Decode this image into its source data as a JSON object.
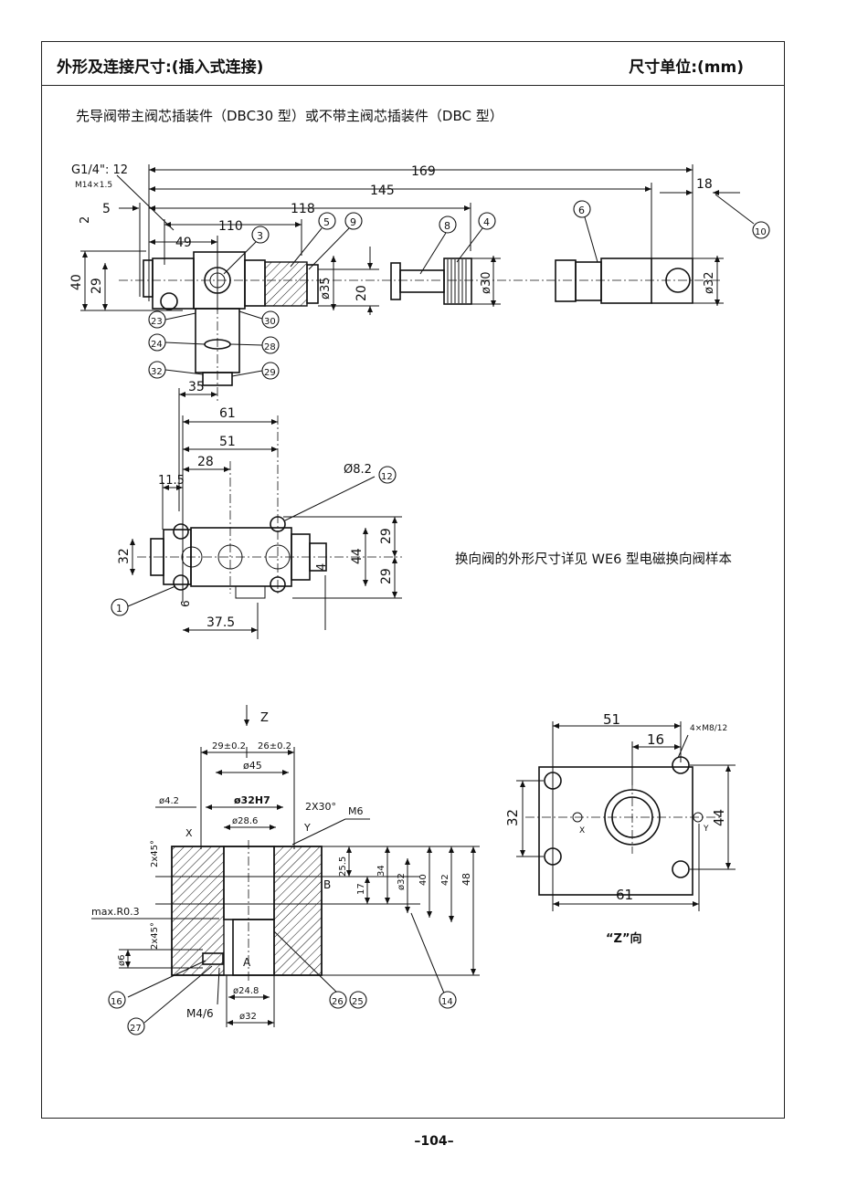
{
  "header": {
    "left_title": "外形及连接尺寸:(插入式连接)",
    "right_title": "尺寸单位:(mm)"
  },
  "subtitle": "先导阀带主阀芯插装件（DBC30 型）或不带主阀芯插装件（DBC 型）",
  "note": "换向阀的外形尺寸详见 WE6 型电磁换向阀样本",
  "z_view_caption": "“Z”向",
  "page_number": "–104–",
  "dimensions": {
    "thread": "G1/4\": 12",
    "thread2": "M14×1.5",
    "d169": "169",
    "d145": "145",
    "d118": "118",
    "d110": "110",
    "d49": "49",
    "d5": "5",
    "d2": "2",
    "d18": "18",
    "d40": "40",
    "d29a": "29",
    "d35dia": "ø35",
    "d20": "20",
    "d30dia": "ø30",
    "d32dia": "ø32",
    "d35": "35",
    "d61": "61",
    "d51": "51",
    "d28": "28",
    "d11_5": "11.5",
    "d8_2": "Ø8.2",
    "d32": "32",
    "d29b": "29",
    "d44": "44",
    "d29c": "29",
    "d4": "4",
    "d6": "6",
    "d37_5": "37.5",
    "z_arrow": "Z",
    "s29": "29±0.2",
    "s26": "26±0.2",
    "s45": "ø45",
    "s42": "ø4.2",
    "s32h7": "ø32H7",
    "s28_6": "ø28.6",
    "s2x30": "2X30°",
    "sM6": "M6",
    "sX": "X",
    "sY": "Y",
    "s2x45a": "2x45°",
    "s2x45b": "2x45°",
    "s25_5": "25.5",
    "s17": "17",
    "s34": "34",
    "s32d": "ø32",
    "s40": "40",
    "s42b": "42",
    "s48": "48",
    "sB": "B",
    "sA": "A",
    "smax": "max.R0.3",
    "s6": "ø6",
    "s24_8": "ø24.8",
    "s32b": "ø32",
    "sM4": "M4/6",
    "z51": "51",
    "z16": "16",
    "z4xm8": "4×M8/12",
    "z32": "32",
    "z44": "44",
    "z61": "61",
    "zX": "X",
    "zY": "Y"
  },
  "callouts": [
    "1",
    "3",
    "4",
    "5",
    "6",
    "8",
    "9",
    "10",
    "12",
    "14",
    "16",
    "23",
    "24",
    "25",
    "26",
    "27",
    "28",
    "29",
    "30",
    "32"
  ]
}
